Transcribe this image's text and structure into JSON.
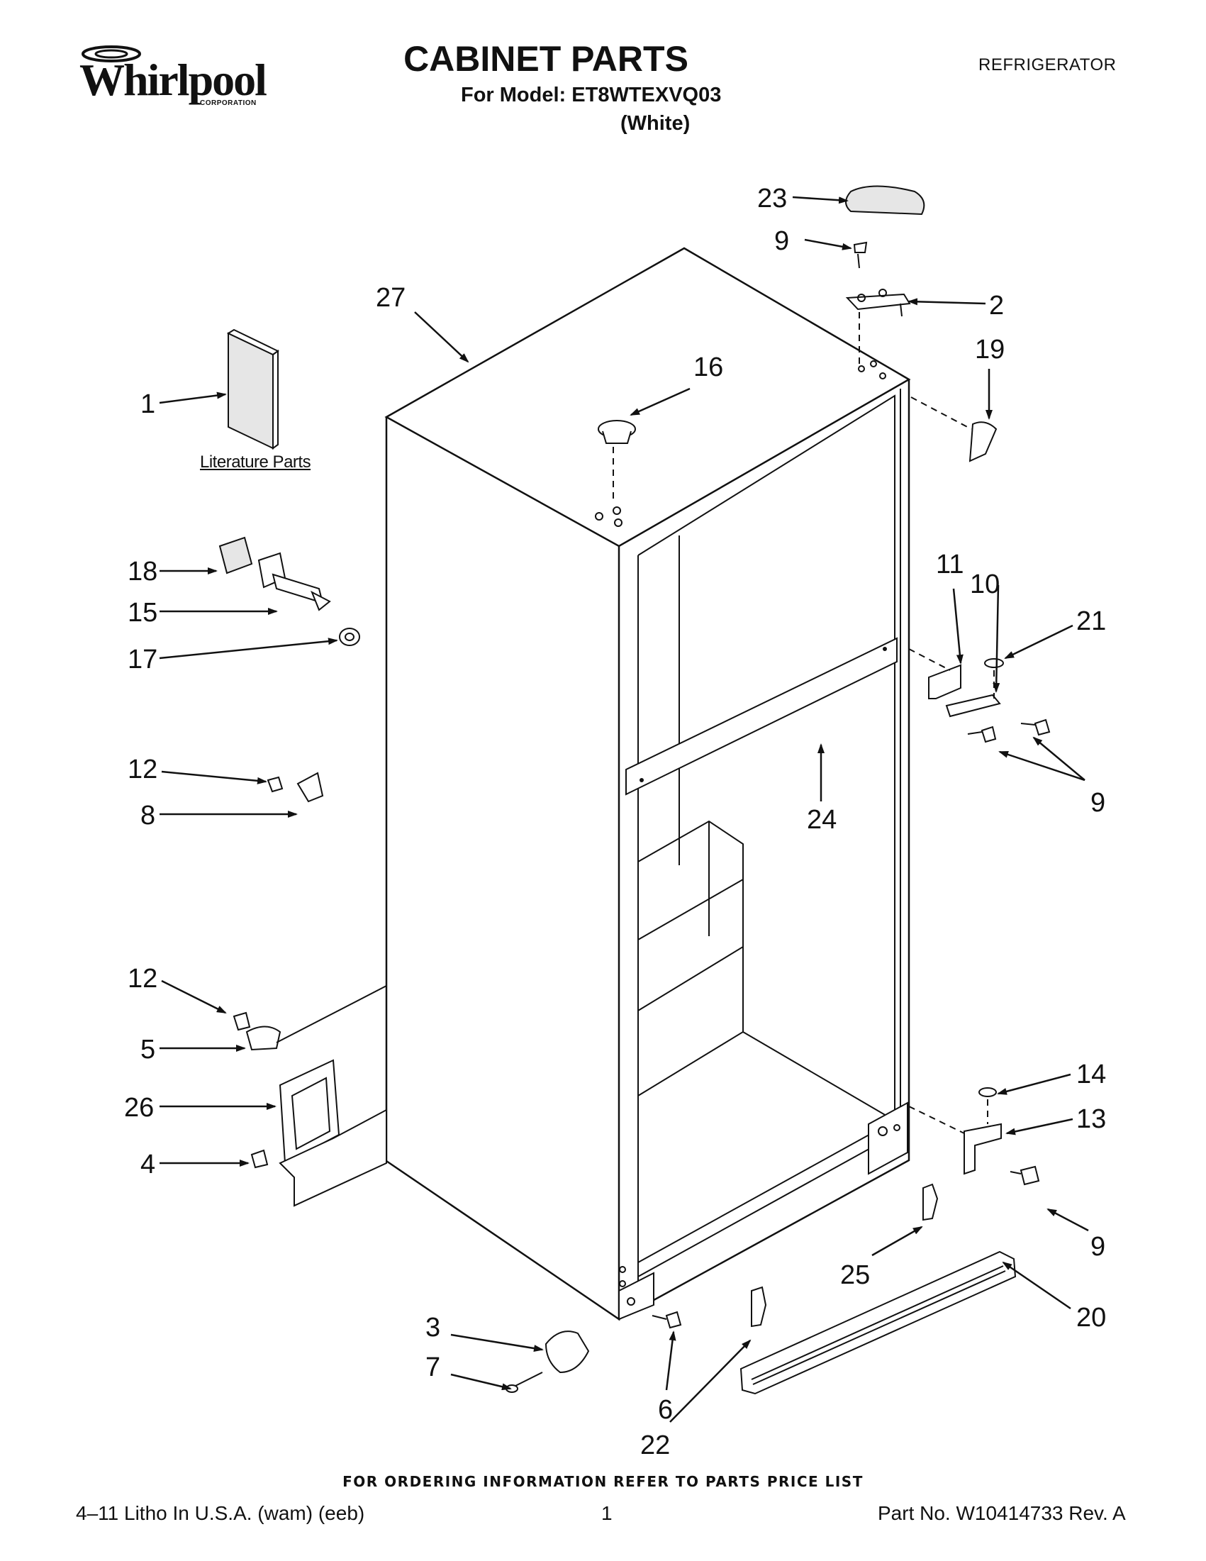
{
  "header": {
    "logo_text": "Whirlpool",
    "logo_subtext": "CORPORATION",
    "title": "CABINET PARTS",
    "model_line": "For Model: ET8WTEXVQ03",
    "color": "(White)",
    "category": "REFRIGERATOR"
  },
  "diagram": {
    "literature_label": "Literature Parts",
    "callouts": {
      "c1": "1",
      "c2": "2",
      "c3": "3",
      "c4": "4",
      "c5": "5",
      "c6": "6",
      "c7": "7",
      "c8": "8",
      "c9a": "9",
      "c9b": "9",
      "c9c": "9",
      "c10": "10",
      "c11": "11",
      "c12a": "12",
      "c12b": "12",
      "c13": "13",
      "c14": "14",
      "c15": "15",
      "c16": "16",
      "c17": "17",
      "c18": "18",
      "c19": "19",
      "c20": "20",
      "c21": "21",
      "c22": "22",
      "c23": "23",
      "c24": "24",
      "c25": "25",
      "c26": "26",
      "c27": "27"
    }
  },
  "footer": {
    "ordering_note": "FOR ORDERING INFORMATION REFER TO PARTS PRICE LIST",
    "litho": "4–11 Litho In U.S.A. (wam) (eeb)",
    "page": "1",
    "part_no": "Part No. W10414733 Rev. A"
  }
}
